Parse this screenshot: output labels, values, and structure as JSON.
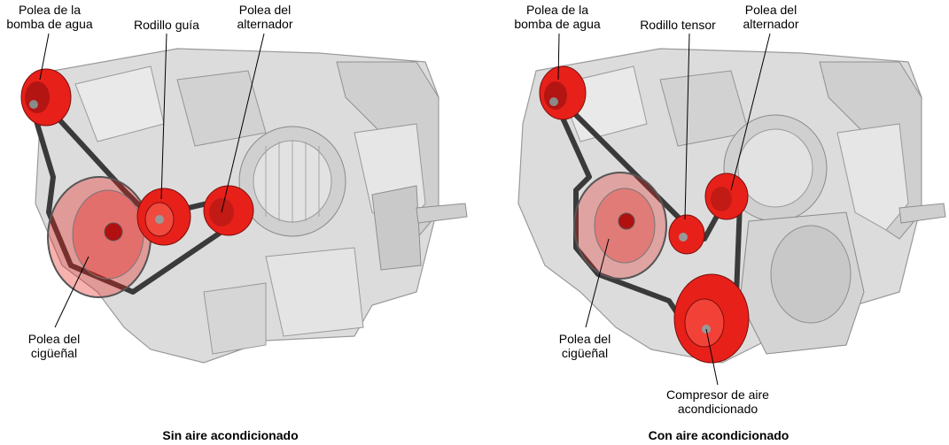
{
  "panels": [
    {
      "caption": "Sin aire acondicionado",
      "labels": {
        "water_pump_1": "Polea de la",
        "water_pump_2": "bomba de agua",
        "idler": "Rodillo guía",
        "alternator_1": "Polea del",
        "alternator_2": "alternador",
        "crank_1": "Polea del",
        "crank_2": "cigüeñal"
      }
    },
    {
      "caption": "Con aire acondicionado",
      "labels": {
        "water_pump_1": "Polea de la",
        "water_pump_2": "bomba de agua",
        "tensioner": "Rodillo tensor",
        "alternator_1": "Polea del",
        "alternator_2": "alternador",
        "crank_1": "Polea del",
        "crank_2": "cigüeñal",
        "compressor_1": "Compresor de aire",
        "compressor_2": "acondicionado"
      }
    }
  ],
  "colors": {
    "pulley_red": "#e8201a",
    "engine_gray": "#d9d9d9",
    "belt_dark": "#3a3a3a"
  }
}
